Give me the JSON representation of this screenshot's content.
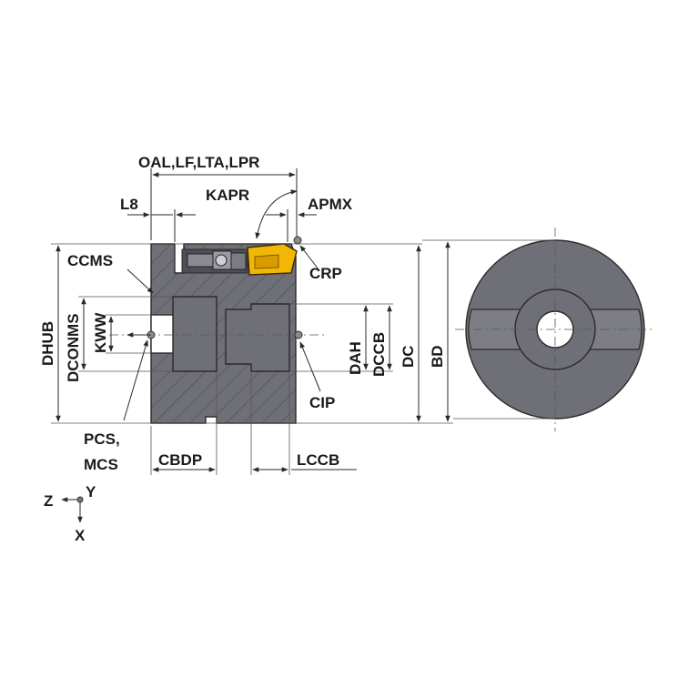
{
  "labels": {
    "oal": "OAL,LF,LTA,LPR",
    "l8": "L8",
    "kapr": "KAPR",
    "apmx": "APMX",
    "ccms": "CCMS",
    "crp": "CRP",
    "dhub": "DHUB",
    "dconms": "DCONMS",
    "kww": "KWW",
    "dah": "DAH",
    "dccb": "DCCB",
    "dc": "DC",
    "bd": "BD",
    "cip": "CIP",
    "pcs": "PCS,",
    "mcs": "MCS",
    "cbdp": "CBDP",
    "lccb": "LCCB"
  },
  "axes": {
    "z": "Z",
    "y": "Y",
    "x": "X"
  },
  "colors": {
    "body": "#6f6f78",
    "body_dark": "#5b5b63",
    "insert": "#f2b705",
    "line": "#2b2b2b"
  }
}
